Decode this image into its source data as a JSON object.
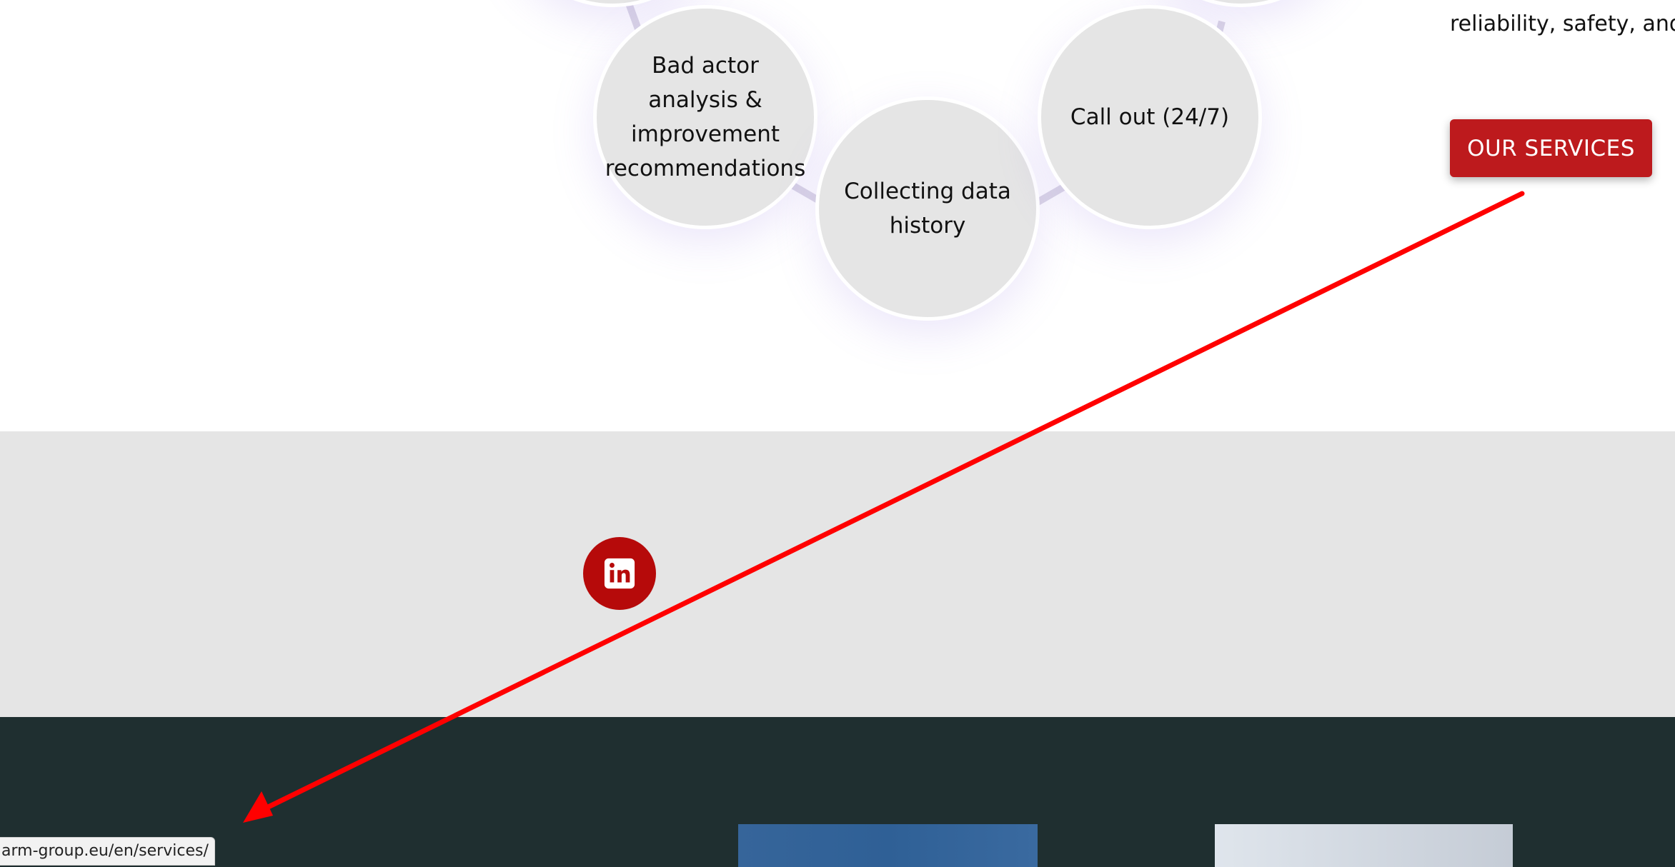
{
  "services_wheel": {
    "items": [
      {
        "label": "Bad actor analysis & improvement recommendations"
      },
      {
        "label": "Collecting data history"
      },
      {
        "label": "Call out (24/7)"
      }
    ]
  },
  "intro": {
    "text_partial_top": "p",
    "text_line": "reliability, safety, and"
  },
  "cta": {
    "our_services_label": "OUR SERVICES"
  },
  "social": {
    "linkedin_icon": "linkedin-icon"
  },
  "status_bar": {
    "url": "arm-group.eu/en/services/"
  },
  "annotation": {
    "color": "#ff0000"
  },
  "colors": {
    "brand_red": "#bd1a1d",
    "footer_dark": "#1f2f30",
    "gray_band": "#e5e5e5"
  }
}
